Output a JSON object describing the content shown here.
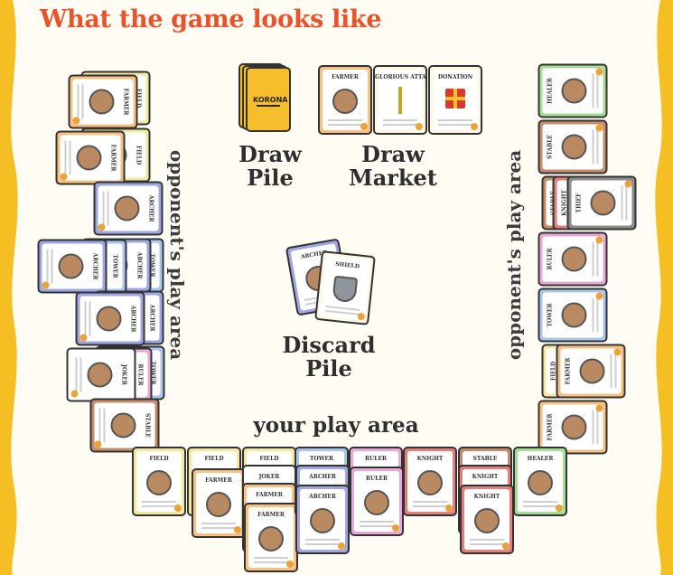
{
  "title": "What the game looks like",
  "colors": {
    "title": "#E8532B",
    "side_wave": "#F5BE22",
    "label_text": "#2F2F2F",
    "card_back": "#F6BE2D",
    "types": {
      "field": "#F4E9A1",
      "farmer": "#F7C183",
      "archer": "#9FA6E2",
      "tower": "#A8C6EE",
      "joker": "#FFFFFF",
      "stable": "#C48D6E",
      "ruler": "#E9A9D8",
      "knight": "#E37E7A",
      "healer": "#A7DE97",
      "thief": "#8C8C8C",
      "event": "#FFF7E2"
    }
  },
  "draw_pile": {
    "label_line1": "Draw",
    "label_line2": "Pile",
    "card_logo": "KORONA"
  },
  "draw_market": {
    "label_line1": "Draw",
    "label_line2": "Market",
    "cards": [
      {
        "name": "FARMER",
        "type": "farmer"
      },
      {
        "name": "GLORIOUS ATTACK",
        "type": "event",
        "icon": "sword-icon"
      },
      {
        "name": "DONATION",
        "type": "event",
        "icon": "gift-icon"
      }
    ]
  },
  "discard_pile": {
    "label_line1": "Discard",
    "label_line2": "Pile",
    "cards": [
      {
        "name": "ARCHER",
        "type": "archer"
      },
      {
        "name": "SHIELD",
        "type": "event",
        "icon": "shield-icon"
      }
    ]
  },
  "labels": {
    "your_play_area": "your play area",
    "opponent_left": "opponent's play area",
    "opponent_right": "opponent's play area"
  },
  "opponent_left_cards": [
    {
      "name": "FIELD",
      "type": "field"
    },
    {
      "name": "FARMER",
      "type": "farmer"
    },
    {
      "name": "FIELD",
      "type": "field"
    },
    {
      "name": "FARMER",
      "type": "farmer"
    },
    {
      "name": "ARCHER",
      "type": "archer"
    },
    {
      "name": "TOWER",
      "type": "tower"
    },
    {
      "name": "ARCHER",
      "type": "archer"
    },
    {
      "name": "TOWER",
      "type": "tower"
    },
    {
      "name": "ARCHER",
      "type": "archer"
    },
    {
      "name": "ARCHER",
      "type": "archer"
    },
    {
      "name": "ARCHER",
      "type": "archer"
    },
    {
      "name": "TOWER",
      "type": "tower"
    },
    {
      "name": "RULER",
      "type": "ruler"
    },
    {
      "name": "JOKER",
      "type": "joker"
    },
    {
      "name": "STABLE",
      "type": "stable"
    }
  ],
  "opponent_right_cards": [
    {
      "name": "HEALER",
      "type": "healer"
    },
    {
      "name": "STABLE",
      "type": "stable"
    },
    {
      "name": "STABLE",
      "type": "stable"
    },
    {
      "name": "KNIGHT",
      "type": "knight"
    },
    {
      "name": "THIEF",
      "type": "thief"
    },
    {
      "name": "RULER",
      "type": "ruler"
    },
    {
      "name": "TOWER",
      "type": "tower"
    },
    {
      "name": "FIELD",
      "type": "field"
    },
    {
      "name": "FARMER",
      "type": "farmer"
    },
    {
      "name": "FARMER",
      "type": "farmer"
    }
  ],
  "your_cards": [
    {
      "name": "FIELD",
      "type": "field"
    },
    {
      "name": "FIELD",
      "type": "field"
    },
    {
      "name": "FARMER",
      "type": "farmer"
    },
    {
      "name": "FIELD",
      "type": "field"
    },
    {
      "name": "JOKER",
      "type": "joker"
    },
    {
      "name": "FARMER",
      "type": "farmer"
    },
    {
      "name": "FARMER",
      "type": "farmer"
    },
    {
      "name": "TOWER",
      "type": "tower"
    },
    {
      "name": "ARCHER",
      "type": "archer"
    },
    {
      "name": "ARCHER",
      "type": "archer"
    },
    {
      "name": "RULER",
      "type": "ruler"
    },
    {
      "name": "RULER",
      "type": "ruler"
    },
    {
      "name": "KNIGHT",
      "type": "knight"
    },
    {
      "name": "STABLE",
      "type": "stable"
    },
    {
      "name": "KNIGHT",
      "type": "knight"
    },
    {
      "name": "KNIGHT",
      "type": "knight"
    },
    {
      "name": "HEALER",
      "type": "healer"
    }
  ]
}
